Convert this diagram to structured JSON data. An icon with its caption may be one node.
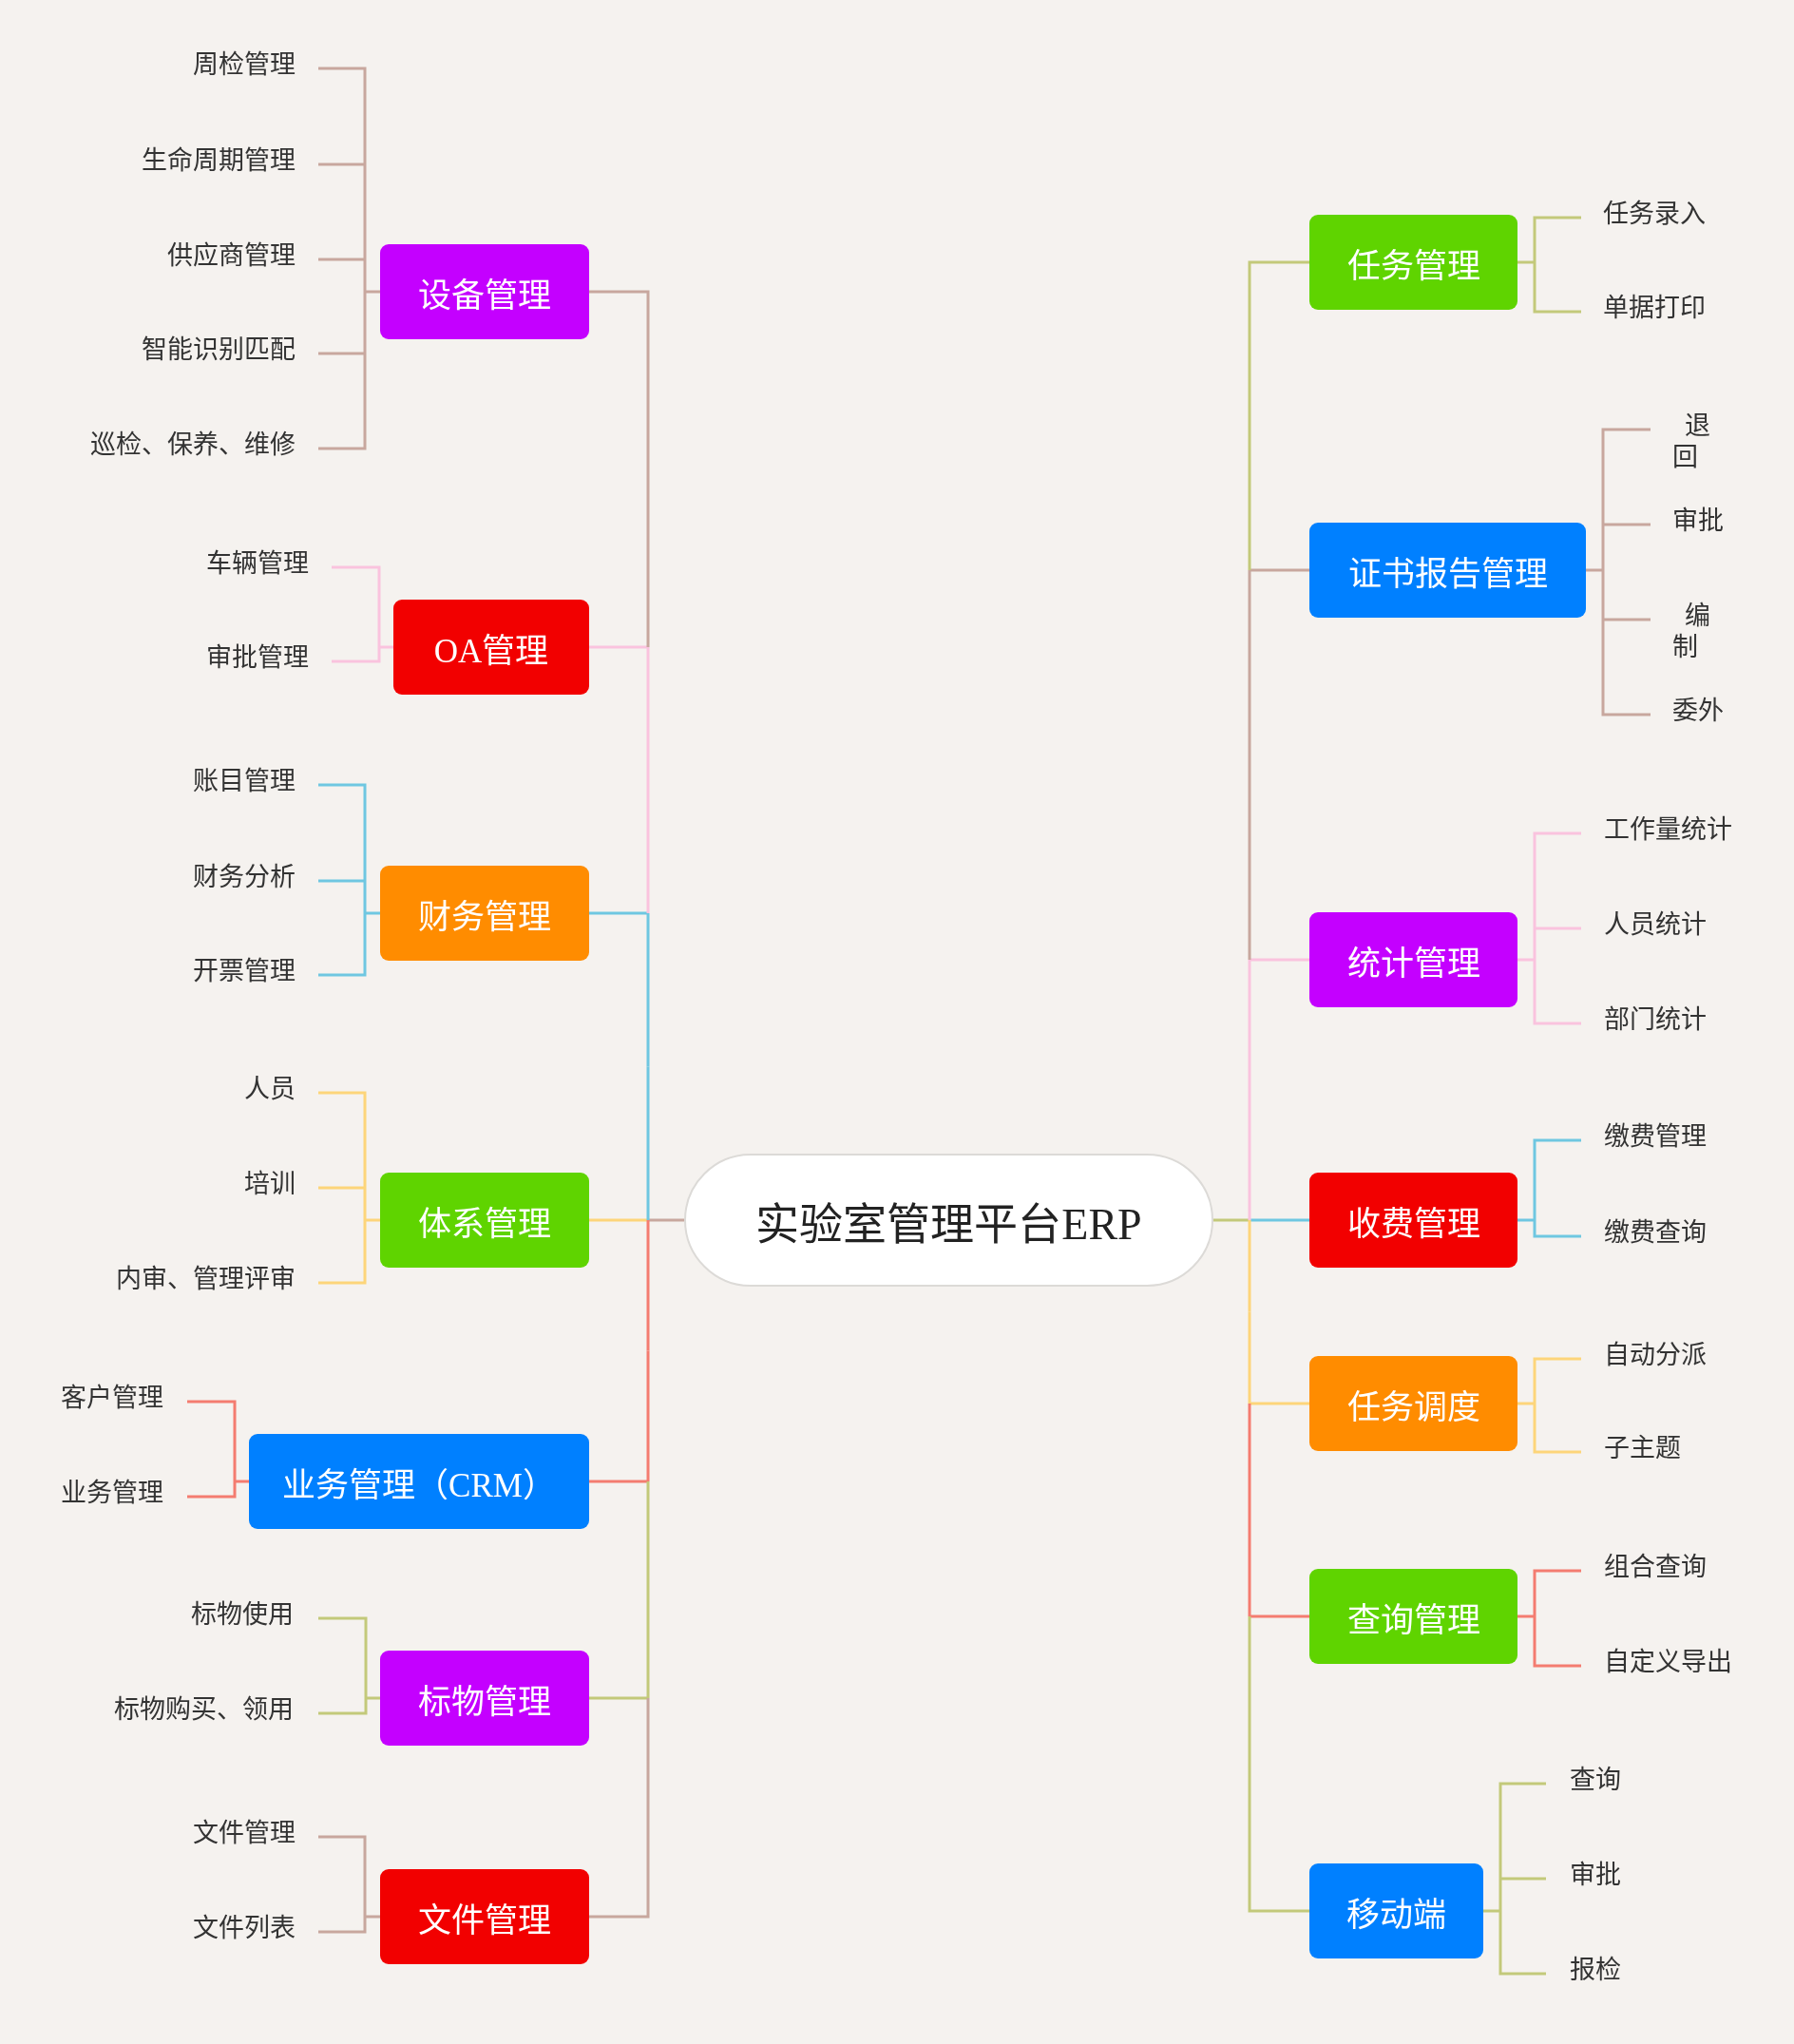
{
  "diagram": {
    "nodes": [
      {
        "text": [
          "实验室管理平台ERP"
        ]
      },
      {
        "text": [
          "设备管理"
        ]
      },
      {
        "text": [
          "周检管理"
        ]
      },
      {
        "text": [
          "生命周期管理"
        ]
      },
      {
        "text": [
          "供应商管理"
        ]
      },
      {
        "text": [
          "智能识别匹配"
        ]
      },
      {
        "text": [
          "巡检、保养、维修"
        ]
      },
      {
        "text": [
          "OA管理"
        ]
      },
      {
        "text": [
          "车辆管理"
        ]
      },
      {
        "text": [
          "审批管理"
        ]
      },
      {
        "text": [
          "财务管理"
        ]
      },
      {
        "text": [
          "账目管理"
        ]
      },
      {
        "text": [
          "财务分析"
        ]
      },
      {
        "text": [
          "开票管理"
        ]
      },
      {
        "text": [
          "体系管理"
        ]
      },
      {
        "text": [
          "人员"
        ]
      },
      {
        "text": [
          "培训"
        ]
      },
      {
        "text": [
          "内审、管理评审"
        ]
      },
      {
        "text": [
          "业务管理（CRM）"
        ]
      },
      {
        "text": [
          "客户管理"
        ]
      },
      {
        "text": [
          "业务管理"
        ]
      },
      {
        "text": [
          "标物管理"
        ]
      },
      {
        "text": [
          "标物使用"
        ]
      },
      {
        "text": [
          "标物购买、领用"
        ]
      },
      {
        "text": [
          "文件管理"
        ]
      },
      {
        "text": [
          "文件管理"
        ]
      },
      {
        "text": [
          "文件列表"
        ]
      },
      {
        "text": [
          "任务管理"
        ]
      },
      {
        "text": [
          "任务录入"
        ]
      },
      {
        "text": [
          "单据打印"
        ]
      },
      {
        "text": [
          "证书报告管理"
        ]
      },
      {
        "text": [
          "退回"
        ]
      },
      {
        "text": [
          "审批"
        ]
      },
      {
        "text": [
          "编制"
        ]
      },
      {
        "text": [
          "委外"
        ]
      },
      {
        "text": [
          "统计管理"
        ]
      },
      {
        "text": [
          "工作量统计"
        ]
      },
      {
        "text": [
          "人员统计"
        ]
      },
      {
        "text": [
          "部门统计"
        ]
      },
      {
        "text": [
          "收费管理"
        ]
      },
      {
        "text": [
          "缴费管理"
        ]
      },
      {
        "text": [
          "缴费查询"
        ]
      },
      {
        "text": [
          "任务调度"
        ]
      },
      {
        "text": [
          "自动分派"
        ]
      },
      {
        "text": [
          "子主题"
        ]
      },
      {
        "text": [
          "查询管理"
        ]
      },
      {
        "text": [
          "组合查询"
        ]
      },
      {
        "text": [
          "自定义导出"
        ]
      },
      {
        "text": [
          "移动端"
        ]
      },
      {
        "text": [
          "查询"
        ]
      },
      {
        "text": [
          "审批"
        ]
      },
      {
        "text": [
          "报检"
        ]
      }
    ],
    "edges": [
      {
        "from": 0,
        "to": 1,
        "arrow": "none"
      },
      {
        "from": 1,
        "to": 2,
        "arrow": "none"
      },
      {
        "from": 1,
        "to": 3,
        "arrow": "none"
      },
      {
        "from": 1,
        "to": 4,
        "arrow": "none"
      },
      {
        "from": 1,
        "to": 5,
        "arrow": "none"
      },
      {
        "from": 1,
        "to": 6,
        "arrow": "none"
      },
      {
        "from": 0,
        "to": 7,
        "arrow": "none",
        "color": "#fac3de"
      },
      {
        "from": 7,
        "to": 8,
        "arrow": "none",
        "color": "#fac3de"
      },
      {
        "from": 7,
        "to": 9,
        "arrow": "none",
        "color": "#fac3de"
      },
      {
        "from": 0,
        "to": 10,
        "arrow": "none",
        "color": "#6fc7e1"
      },
      {
        "from": 10,
        "to": 11,
        "arrow": "none",
        "color": "#6fc7e1"
      },
      {
        "from": 10,
        "to": 12,
        "arrow": "none",
        "color": "#6fc7e1"
      },
      {
        "from": 10,
        "to": 13,
        "arrow": "none",
        "color": "#6fc7e1"
      },
      {
        "from": 0,
        "to": 14,
        "arrow": "none",
        "color": "#fdd57a"
      },
      {
        "from": 14,
        "to": 15,
        "arrow": "none",
        "color": "#fdd57a"
      },
      {
        "from": 14,
        "to": 16,
        "arrow": "none",
        "color": "#fdd57a"
      },
      {
        "from": 14,
        "to": 17,
        "arrow": "none",
        "color": "#fdd57a"
      },
      {
        "from": 0,
        "to": 18,
        "arrow": "none",
        "color": "#f47c70"
      },
      {
        "from": 18,
        "to": 19,
        "arrow": "none",
        "color": "#f47c70"
      },
      {
        "from": 18,
        "to": 20,
        "arrow": "none",
        "color": "#f47c70"
      },
      {
        "from": 0,
        "to": 21,
        "arrow": "none",
        "color": "#c3c97a"
      },
      {
        "from": 21,
        "to": 22,
        "arrow": "none",
        "color": "#c3c97a"
      },
      {
        "from": 21,
        "to": 23,
        "arrow": "none",
        "color": "#c3c97a"
      },
      {
        "from": 0,
        "to": 24,
        "arrow": "none"
      },
      {
        "from": 24,
        "to": 25,
        "arrow": "none"
      },
      {
        "from": 24,
        "to": 26,
        "arrow": "none"
      },
      {
        "from": 0,
        "to": 27,
        "arrow": "none",
        "color": "#c3c97a"
      },
      {
        "from": 27,
        "to": 28,
        "arrow": "none",
        "color": "#c3c97a"
      },
      {
        "from": 27,
        "to": 29,
        "arrow": "none",
        "color": "#c3c97a"
      },
      {
        "from": 0,
        "to": 30,
        "arrow": "none"
      },
      {
        "from": 30,
        "to": 31,
        "arrow": "none"
      },
      {
        "from": 30,
        "to": 32,
        "arrow": "none"
      },
      {
        "from": 30,
        "to": 33,
        "arrow": "none"
      },
      {
        "from": 30,
        "to": 34,
        "arrow": "none"
      },
      {
        "from": 0,
        "to": 35,
        "arrow": "none",
        "color": "#fac3de"
      },
      {
        "from": 35,
        "to": 36,
        "arrow": "none",
        "color": "#fac3de"
      },
      {
        "from": 35,
        "to": 37,
        "arrow": "none",
        "color": "#fac3de"
      },
      {
        "from": 35,
        "to": 38,
        "arrow": "none",
        "color": "#fac3de"
      },
      {
        "from": 0,
        "to": 39,
        "arrow": "none",
        "color": "#6fc7e1"
      },
      {
        "from": 39,
        "to": 40,
        "arrow": "none",
        "color": "#6fc7e1"
      },
      {
        "from": 39,
        "to": 41,
        "arrow": "none",
        "color": "#6fc7e1"
      },
      {
        "from": 0,
        "to": 42,
        "arrow": "none",
        "color": "#fdd57a"
      },
      {
        "from": 42,
        "to": 43,
        "arrow": "none",
        "color": "#fdd57a"
      },
      {
        "from": 42,
        "to": 44,
        "arrow": "none",
        "color": "#fdd57a"
      },
      {
        "from": 0,
        "to": 45,
        "arrow": "none",
        "color": "#f47c70"
      },
      {
        "from": 45,
        "to": 46,
        "arrow": "none",
        "color": "#f47c70"
      },
      {
        "from": 45,
        "to": 47,
        "arrow": "none",
        "color": "#f47c70"
      },
      {
        "from": 0,
        "to": 48,
        "arrow": "none",
        "color": "#c3c97a"
      },
      {
        "from": 48,
        "to": 49,
        "arrow": "none",
        "color": "#c3c97a"
      },
      {
        "from": 48,
        "to": 50,
        "arrow": "none",
        "color": "#c3c97a"
      },
      {
        "from": 48,
        "to": 51,
        "arrow": "none",
        "color": "#c3c97a"
      }
    ]
  }
}
